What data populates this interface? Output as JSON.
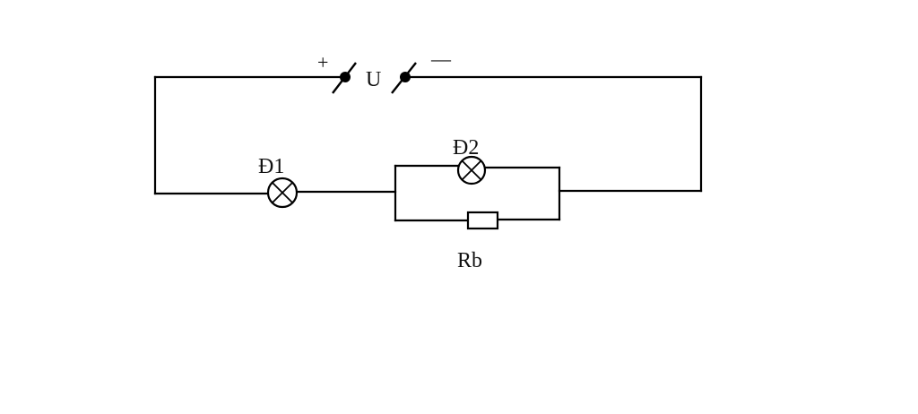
{
  "diagram": {
    "source_label": "U",
    "positive_sign": "+",
    "negative_sign": "—",
    "lamp1_label": "Đ1",
    "lamp2_label": "Đ2",
    "resistor_label": "Rb"
  }
}
